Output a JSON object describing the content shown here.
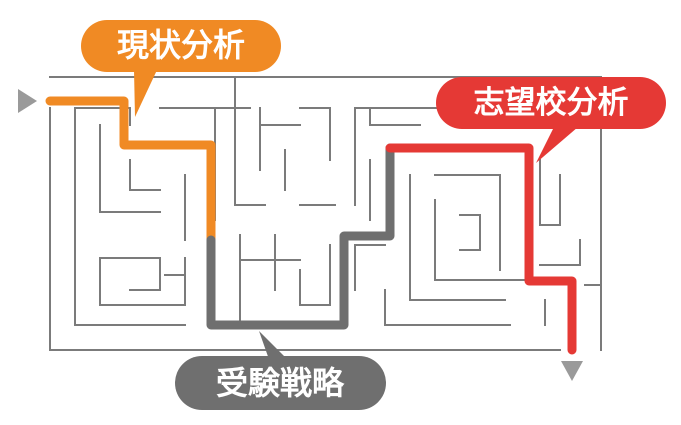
{
  "labels": {
    "current_analysis": "現状分析",
    "target_school_analysis": "志望校分析",
    "exam_strategy": "受験戦略"
  },
  "colors": {
    "maze_wall": "#7b7b7b",
    "orange": "#f08a24",
    "red": "#e53935",
    "gray_path": "#6f6f6f",
    "arrow": "#9a9a9a",
    "label_text": "#ffffff"
  }
}
